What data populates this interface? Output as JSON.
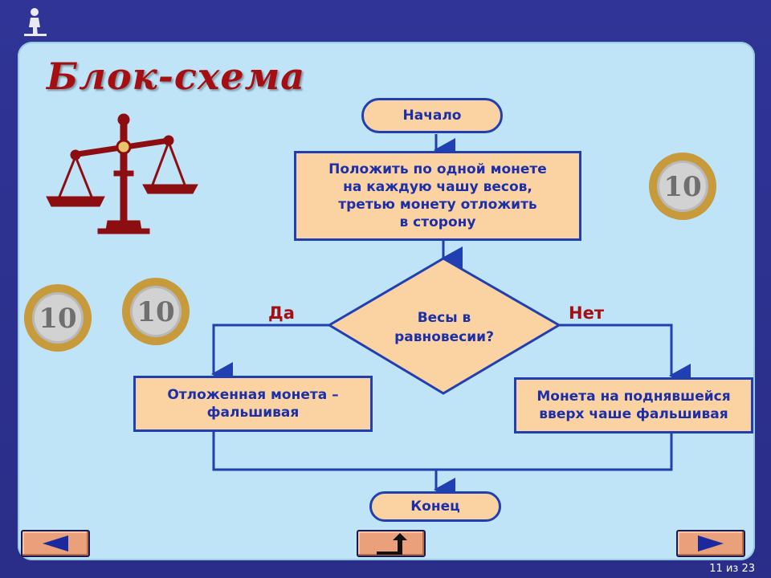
{
  "slide": {
    "title": "Блок-схема",
    "page_current": "11",
    "page_sep": "из",
    "page_total": "23"
  },
  "flowchart": {
    "start": "Начало",
    "step1": [
      "Положить по одной монете",
      "на каждую чашу весов,",
      "третью монету отложить",
      "в сторону"
    ],
    "decision": [
      "Весы в",
      "равновесии?"
    ],
    "yes_label": "Да",
    "no_label": "Нет",
    "yes_box": [
      "Отложенная монета –",
      "фальшивая"
    ],
    "no_box": [
      "Монета на поднявшейся",
      "вверх чаше фальшивая"
    ],
    "end": "Конец"
  },
  "coins": {
    "value": "10"
  },
  "colors": {
    "accent": "#a50f12",
    "box_fill": "#fbd3a3",
    "line": "#1f3fb2",
    "panel": "#bfe3f7",
    "frame": "#2b2f8f"
  },
  "icons": {
    "logo": "walking-person-icon",
    "scales": "balance-scales-icon",
    "prev": "arrow-left-icon",
    "home": "return-arrow-icon",
    "next": "arrow-right-icon"
  }
}
